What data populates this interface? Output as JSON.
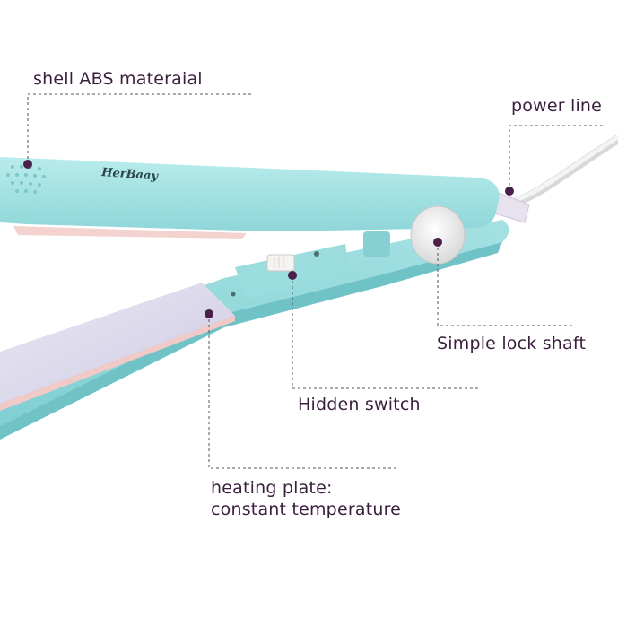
{
  "product": {
    "brand_logo": "HerBaay",
    "colors": {
      "body": "#a8e3e4",
      "body_shadow": "#7fcfd2",
      "plate": "#dcd9ec",
      "accent_dot": "#4a1f4a",
      "label_text": "#3a1f3d",
      "cord": "#ececec"
    }
  },
  "callouts": {
    "shell": "shell ABS materaial",
    "power": "power line",
    "lock": "Simple lock shaft",
    "switch": "Hidden switch",
    "plate_line1": "heating plate:",
    "plate_line2": "constant temperature"
  }
}
